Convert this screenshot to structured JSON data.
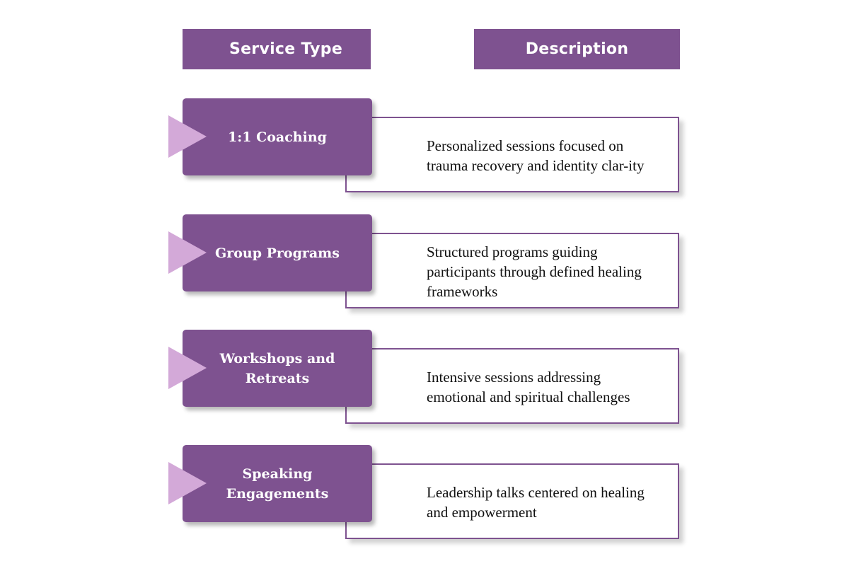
{
  "headers": {
    "service_type": "Service Type",
    "description": "Description"
  },
  "rows": [
    {
      "service": "1:1 Coaching",
      "description": "Personalized sessions focused on trauma recovery and identity clar-ity"
    },
    {
      "service": "Group Programs",
      "description": "Structured programs guiding participants through defined healing frameworks"
    },
    {
      "service": "Workshops and Retreats",
      "description": "Intensive sessions addressing emotional and spiritual challenges"
    },
    {
      "service": "Speaking Engagements",
      "description": "Leadership talks centered on healing and empowerment"
    }
  ],
  "colors": {
    "primary_purple": "#7e5290",
    "arrow_lilac": "#d3a9d8",
    "text_dark": "#111111"
  },
  "icons": {
    "row_marker": "triangle-arrow-icon"
  }
}
